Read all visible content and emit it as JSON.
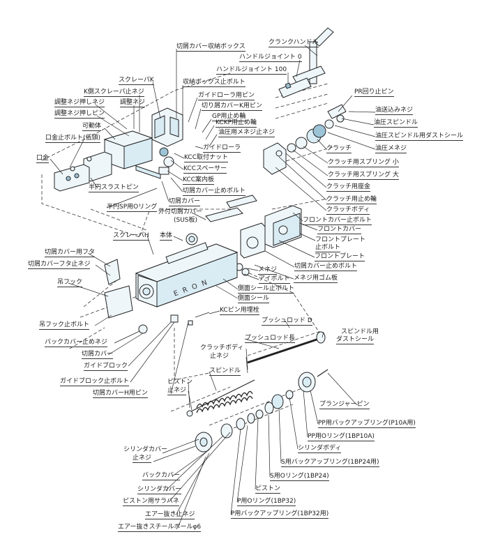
{
  "labels": {
    "l01": "クランクハンドル",
    "l02": "切屑カバー収納ボックス",
    "l03": "ハンドルジョイント 0",
    "l04": "ハンドルジョイント 100",
    "l05": "スクレーパK",
    "l06": "収納ボックス止ボルト",
    "l07": "PR回り止ピン",
    "l08": "K側スクレーパ止ネジ",
    "l09": "ガイドローラ用ピン",
    "l10": "調整ネジ押しネジ",
    "l11": "調整ネジ",
    "l12": "切り屑カバーK用ピン",
    "l13": "油送込みネジ",
    "l14": "調整ネジ押しピン",
    "l15": "GP用止め輪",
    "l16": "KCKP用止め輪",
    "l17": "油圧スピンドル",
    "l18": "可動体",
    "l19": "油圧用メネジ止ネジ",
    "l20": "油圧スピンドル用ダストシール",
    "l21": "口金止ボルト(低頭)",
    "l22": "ガイドローラ",
    "l23": "油圧メネジ",
    "l24": "クラッチ",
    "l25": "口金",
    "l26": "KCC取付ナット",
    "l27": "クラッチ用スプリング 小",
    "l28": "KCCスペーサー",
    "l29": "クラッチ用スプリング 大",
    "l30": "半円スラストピン",
    "l31": "KCC案内板",
    "l32": "クラッチ用座金",
    "l33": "切屑カバー止めボルト",
    "l34": "切屑カバー",
    "l35": "クラッチ用止め輪",
    "l36": "半円SP用Oリング",
    "l37": "クラッチボディ",
    "l38": "外付切屑カバー",
    "l39": "(SUS板)",
    "l40": "フロントカバー止ボルト",
    "l41": "フロントカバー",
    "l42": "スクレーパH",
    "l43": "本体",
    "l44": "フロントプレート",
    "l45": "止ボルト",
    "l46": "フロントプレート",
    "l47": "切屑カバー用フタ",
    "l48": "切屑カバーフタ止ネジ",
    "l49": "メネジ",
    "l50": "切屑カバー止めボルト",
    "l51": "アイボルト",
    "l52": "メネジ用ゴム板",
    "l53": "吊フック",
    "l54": "側面シール止ボルト",
    "l55": "側面シール",
    "l56": "KCピン用埋栓",
    "l57": "吊フック止ボルト",
    "l58": "プッシュロッド D",
    "l59": "スピンドル用",
    "l60": "ダストシール",
    "l61": "バックカバー止めネジ",
    "l62": "プッシュロッド長",
    "l63": "切屑カバー",
    "l64": "クラッチボディ",
    "l65": "止ネジ",
    "l66": "ガイドブロック",
    "l67": "スピンドル",
    "l68": "ガイドブロック止ボルト",
    "l69": "ピストン",
    "l70": "止ネジ",
    "l71": "切屑カバーH用ピン",
    "l72": "プランジャーピン",
    "l73": "PP用バックアップリング(P10A用)",
    "l74": "PP用Oリング(1BP10A)",
    "l75": "シリンダボディ",
    "l76": "シリンダカバー",
    "l77": "止ネジ",
    "l78": "S用バックアップリング(1BP24用)",
    "l79": "バックカバー",
    "l80": "S用Oリング(1BP24)",
    "l81": "シリンダカバー",
    "l82": "ピストン",
    "l83": "ピストン用サラバネ",
    "l84": "P用Oリング(1BP32)",
    "l85": "エアー抜き止ネジ",
    "l86": "P用バックアップリング(1BP32用)",
    "l87": "エアー抜きスチールボールφ6",
    "body_marking": "E R O N"
  }
}
